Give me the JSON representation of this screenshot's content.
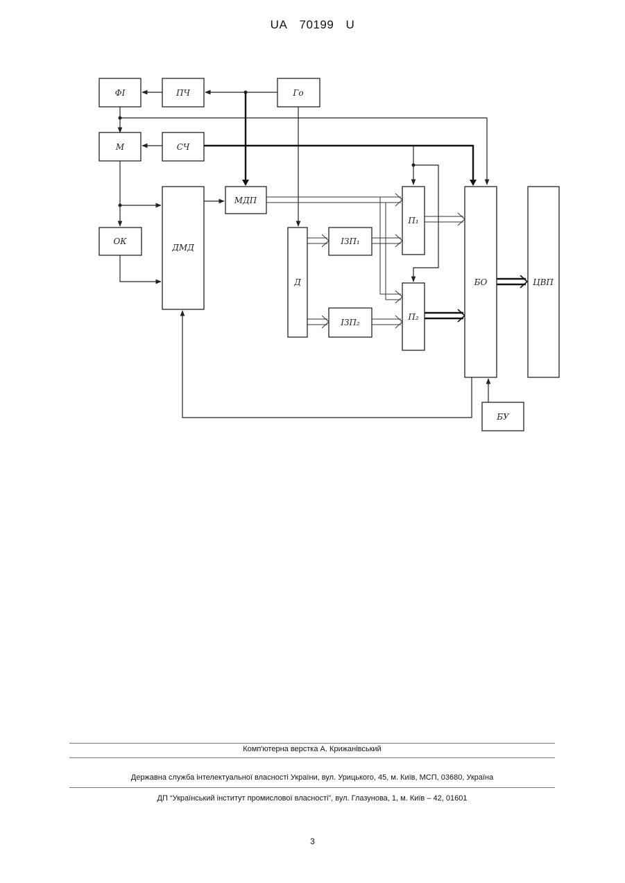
{
  "header": {
    "country": "UA",
    "number": "70199",
    "kind": "U"
  },
  "diagram": {
    "blocks": {
      "fi": "ФІ",
      "pch": "ПЧ",
      "to": "Го",
      "m": "М",
      "sch": "СЧ",
      "dmd": "ДМД",
      "mdp": "МДП",
      "ok": "ОК",
      "d": "Д",
      "izp1": "ІЗП₁",
      "izp2": "ІЗП₂",
      "p1": "П₁",
      "p2": "П₂",
      "bo": "БО",
      "cvp": "ЦВП",
      "bu": "БУ"
    }
  },
  "footer": {
    "layout_credit": "Комп'ютерна верстка А. Крижанівський",
    "service_address": "Державна служба інтелектуальної власності України, вул. Урицького, 45, м. Київ, МСП, 03680, Україна",
    "institute_address": "ДП “Український інститут промислової власності”, вул. Глазунова, 1, м. Київ – 42, 01601"
  },
  "page_number": "3"
}
